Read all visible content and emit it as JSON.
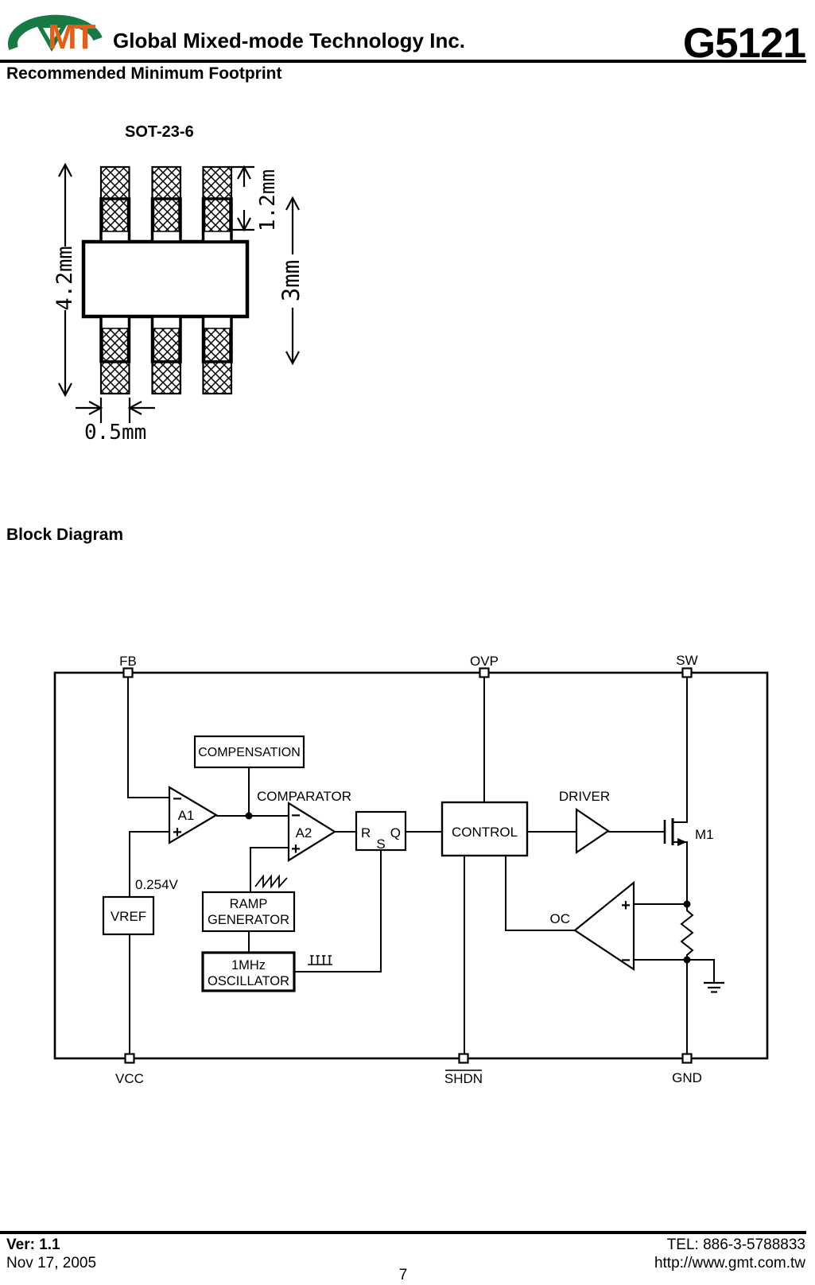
{
  "header": {
    "company": "Global Mixed-mode Technology Inc.",
    "part": "G5121",
    "logo_mt": "MT"
  },
  "headings": {
    "footprint": "Recommended Minimum Footprint",
    "block_diagram": "Block Diagram"
  },
  "footprint": {
    "package": "SOT-23-6",
    "dim_total": "4.2mm",
    "dim_pad": "1.2mm",
    "dim_span": "3mm",
    "dim_width": "0.5mm"
  },
  "diagram": {
    "pins": {
      "fb": "FB",
      "ovp": "OVP",
      "sw": "SW",
      "vcc": "VCC",
      "shdn": "SHDN",
      "gnd": "GND"
    },
    "boxes": {
      "compensation": "COMPENSATION",
      "control": "CONTROL",
      "vref": "VREF",
      "ramp_l1": "RAMP",
      "ramp_l2": "GENERATOR",
      "osc_l1": "1MHz",
      "osc_l2": "OSCILLATOR"
    },
    "labels": {
      "comparator": "COMPARATOR",
      "driver": "DRIVER",
      "oc": "OC",
      "m1": "M1",
      "a1": "A1",
      "a2": "A2",
      "vref_voltage": "0.254V",
      "r": "R",
      "s": "S",
      "q": "Q",
      "plus": "+",
      "minus": "−"
    }
  },
  "footer": {
    "version": "Ver: 1.1",
    "date": "Nov 17, 2005",
    "tel": "TEL: 886-3-5788833",
    "url": "http://www.gmt.com.tw",
    "page": "7"
  }
}
